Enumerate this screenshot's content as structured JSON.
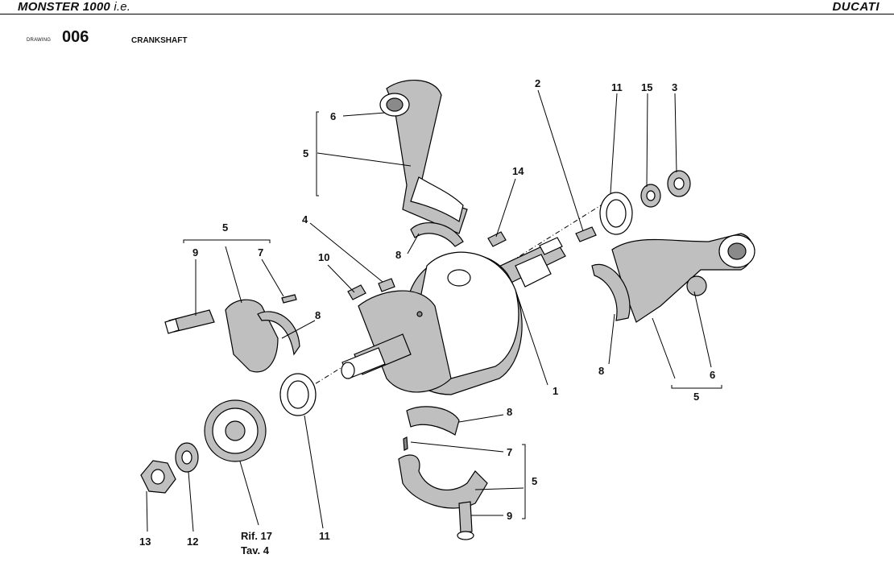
{
  "header": {
    "model_main": "MONSTER 1000",
    "model_suffix": "i.e.",
    "brand": "DUCATI"
  },
  "drawing": {
    "label": "DRAWING",
    "number": "006",
    "title": "CRANKSHAFT"
  },
  "callouts": {
    "c1": "1",
    "c2": "2",
    "c3": "3",
    "c4": "4",
    "c5a": "5",
    "c5b": "5",
    "c5c": "5",
    "c5d": "5",
    "c6a": "6",
    "c6b": "6",
    "c7a": "7",
    "c7b": "7",
    "c8a": "8",
    "c8b": "8",
    "c8c": "8",
    "c8d": "8",
    "c9a": "9",
    "c9b": "9",
    "c10": "10",
    "c11a": "11",
    "c11b": "11",
    "c12": "12",
    "c13": "13",
    "c14": "14",
    "c15": "15",
    "ref_line1": "Rif. 17",
    "ref_line2": "Tav. 4"
  }
}
